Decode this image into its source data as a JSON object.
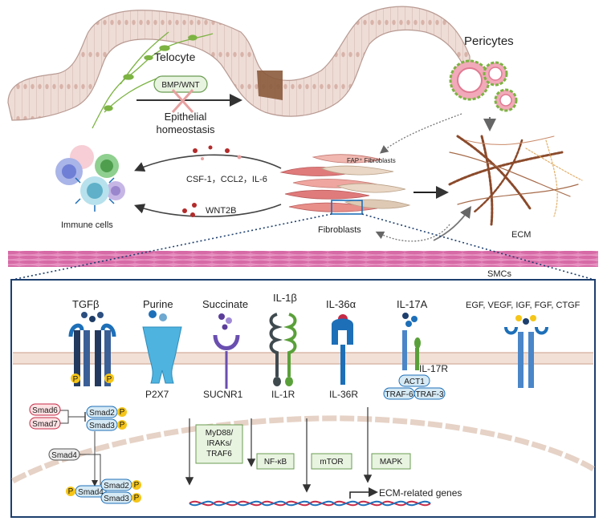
{
  "top": {
    "telocyte": "Telocyte",
    "bmp_wnt": "BMP/WNT",
    "epithelial_line1": "Epithelial",
    "epithelial_line2": "homeostasis",
    "pericytes": "Pericytes",
    "fap_fibroblasts": "FAP⁺ Fibroblasts",
    "fibroblasts": "Fibroblasts",
    "ecm": "ECM",
    "immune_cells": "Immune cells",
    "cytokines": "CSF-1，CCL2，IL-6",
    "wnt2b": "WNT2B",
    "smcs": "SMCs"
  },
  "receptors": {
    "tgfb": "TGFβ",
    "purine": "Purine",
    "p2x7": "P2X7",
    "succinate": "Succinate",
    "sucnr1": "SUCNR1",
    "il1b": "IL-1β",
    "il1r": "IL-1R",
    "il36a": "IL-36α",
    "il36r": "IL-36R",
    "il17a": "IL-17A",
    "il17r": "IL-17R",
    "act1": "ACT1",
    "traf6": "TRAF-6",
    "traf3": "TRAF-3",
    "growth_factors": "EGF, VEGF, IGF, FGF, CTGF",
    "phospho": "P"
  },
  "signaling": {
    "smad6": "Smad6",
    "smad7": "Smad7",
    "smad2": "Smad2",
    "smad3": "Smad3",
    "smad4": "Smad4",
    "myd88_line1": "MyD88/",
    "myd88_line2": "IRAKs/",
    "myd88_line3": "TRAF6",
    "nfkb": "NF-κB",
    "mtor": "mTOR",
    "mapk": "MAPK",
    "ecm_genes": "ECM-related genes"
  },
  "colors": {
    "epithelium": "#ecd8d2",
    "epithelium_edge": "#b89a92",
    "telocyte": "#7cb342",
    "fibro_box": "#e8f3e0",
    "fibro_box_edge": "#6a9c52",
    "smad_fill": "#d6eaf5",
    "phospho_fill": "#f5c518",
    "inner_frame": "#1d3f6e",
    "smc": "#d86aa8"
  }
}
